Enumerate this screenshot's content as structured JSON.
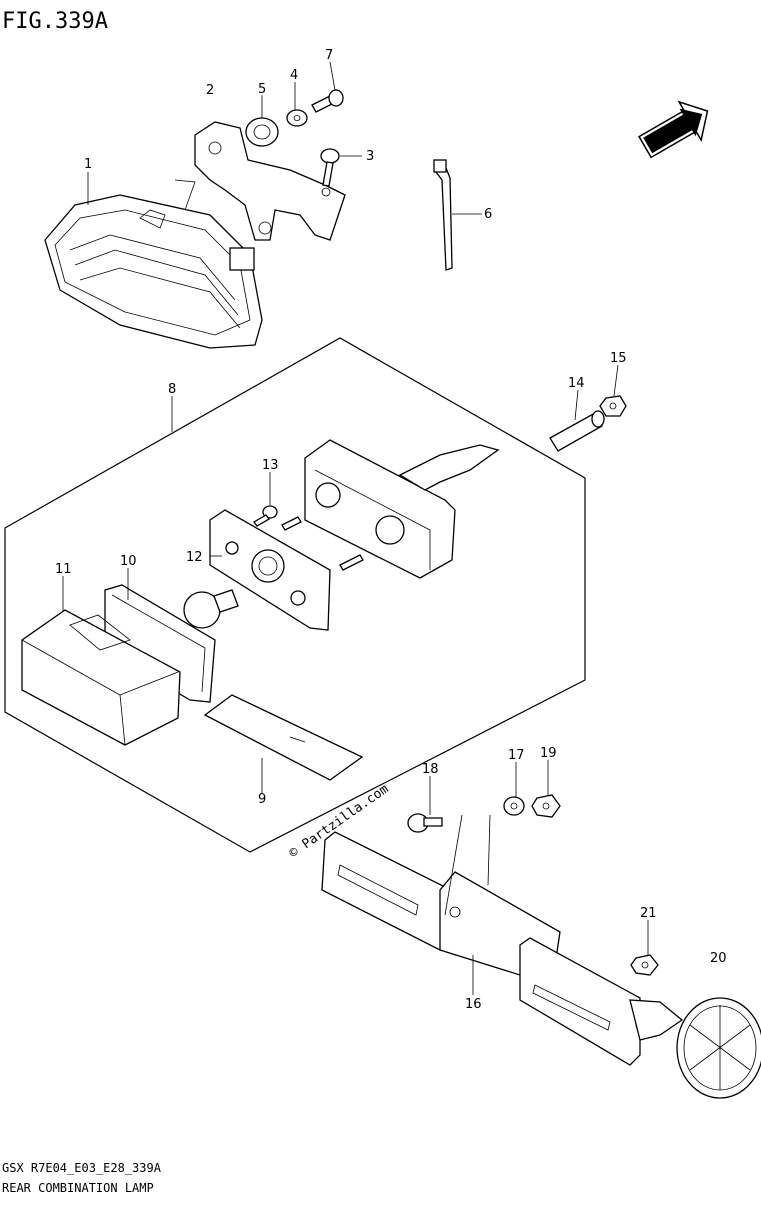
{
  "figure_id": "FIG.339A",
  "fwd_label": "FWD",
  "watermark": "© Partzilla.com",
  "footer": {
    "code": "GSX R7E04_E03_E28_339A",
    "caption": "REAR COMBINATION LAMP"
  },
  "callouts": [
    "1",
    "2",
    "3",
    "4",
    "5",
    "6",
    "7",
    "8",
    "9",
    "10",
    "11",
    "12",
    "13",
    "14",
    "15",
    "16",
    "17",
    "18",
    "19",
    "20",
    "21"
  ]
}
